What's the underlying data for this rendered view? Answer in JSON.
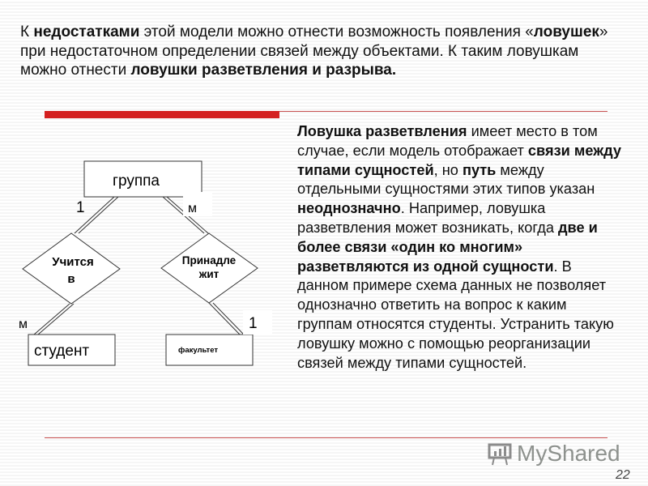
{
  "intro": {
    "p1": "К ",
    "b1": "недостатками",
    "p2": " этой модели можно отнести возможность появления «",
    "b2": "ловушек",
    "p3": "» при недостаточном определении связей между объектами. К таким ловушкам можно отнести ",
    "b3": "ловушки разветвления и разрыва."
  },
  "right": [
    {
      "t": "Ловушка разветвления",
      "b": true
    },
    {
      "t": " имеет место в том случае, если модель отображает ",
      "b": false
    },
    {
      "t": "связи между типами сущностей",
      "b": true
    },
    {
      "t": ", но ",
      "b": false
    },
    {
      "t": "путь",
      "b": true
    },
    {
      "t": " между отдельными сущностями этих типов указан ",
      "b": false
    },
    {
      "t": "неоднозначно",
      "b": true
    },
    {
      "t": ". Например, ловушка разветвления может возникать, когда ",
      "b": false
    },
    {
      "t": "две и более связи «один ко многим» разветвляются из одной сущности",
      "b": true
    },
    {
      "t": ". В данном примере схема данных не позволяет однозначно ответить на вопрос к каким группам относятся студенты. Устранить такую ловушку можно с помощью реорганизации связей между типами сущностей.",
      "b": false
    }
  ],
  "diagram": {
    "group": "группа",
    "rel_left": [
      "Учится",
      "в"
    ],
    "rel_right": [
      "Принадле",
      "жит"
    ],
    "student": "студент",
    "faculty": "факультет",
    "card_group_left": "1",
    "card_group_right": "м",
    "card_student": "м",
    "card_faculty": "1"
  },
  "watermark": "MyShared",
  "page_number": "22",
  "colors": {
    "accent": "#d42020"
  }
}
